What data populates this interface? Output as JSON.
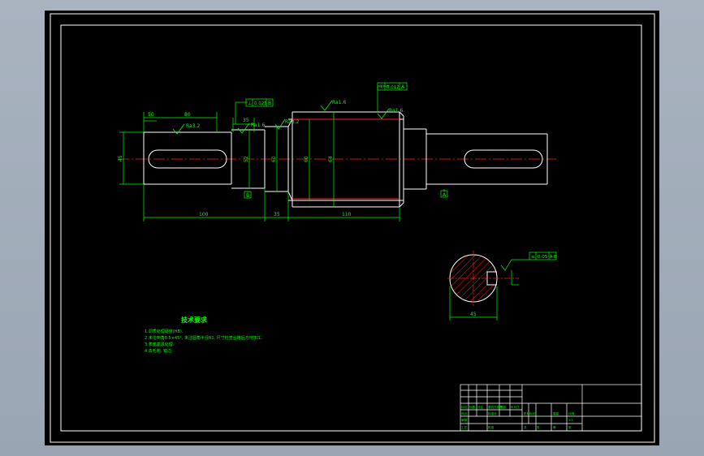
{
  "drawing": {
    "dims": {
      "d1": "50",
      "d2": "80",
      "d3": "35",
      "d4": "100",
      "d5": "35",
      "d6": "110",
      "dia_left": "45",
      "dia_a": "52",
      "dia_b": "60",
      "dia_c": "60",
      "dia_d": "64",
      "section_width": "45",
      "roughness_1": "Ra3.2",
      "roughness_2": "Ra1.6",
      "roughness_3": "Ra3.2",
      "roughness_4": "Ra1.6",
      "roughness_5": "Ra1.6"
    },
    "gdt": {
      "top_center": [
        "Ⓛ",
        "0.012",
        "A"
      ],
      "top_left": [
        "⊥",
        "0.025",
        "B"
      ],
      "section": [
        "≡",
        "0.05",
        "A-B"
      ]
    },
    "datums": [
      "B",
      "A"
    ],
    "tech_requirements": {
      "title": "技术要求",
      "items": [
        "1.调质处理硬度(HB).",
        "2.未注倒角0.5×45°, 未注圆角半径R1, 尺寸检查合格后方可加工.",
        "3.表面发黑处理.",
        "4.去毛刺, 锐边."
      ]
    },
    "title_block": {
      "labels": [
        "标记",
        "处数",
        "分区",
        "更改文件号",
        "签名",
        "年月日",
        "设计",
        "标准化",
        "审核",
        "工艺",
        "批准",
        "阶段标记",
        "重量",
        "比例",
        "共",
        "张",
        "第",
        "张"
      ],
      "scale": "1:1"
    }
  },
  "colors": {
    "line": "#ffffff",
    "dim": "#00ff00",
    "center": "#ff2020",
    "hatch": "#ff2020",
    "background": "#000000"
  }
}
